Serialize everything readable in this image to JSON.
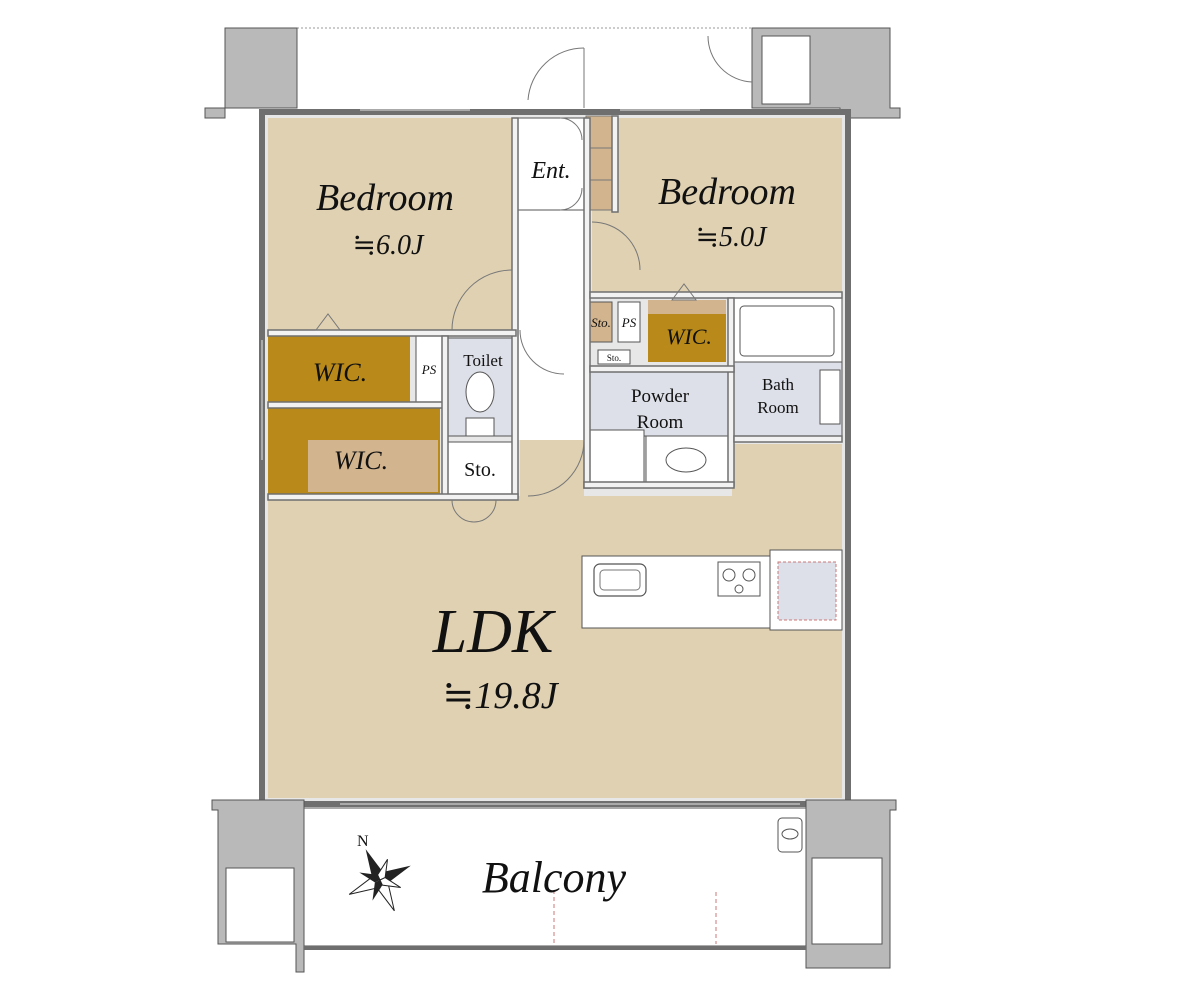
{
  "rooms": {
    "bedroom1": {
      "name": "Bedroom",
      "size": "≒6.0J"
    },
    "bedroom2": {
      "name": "Bedroom",
      "size": "≒5.0J"
    },
    "ldk": {
      "name": "LDK",
      "size": "≒19.8J"
    },
    "balcony": {
      "name": "Balcony"
    },
    "entrance": {
      "name": "Ent."
    },
    "toilet": {
      "name": "Toilet"
    },
    "powder_room": {
      "name_line1": "Powder",
      "name_line2": "Room"
    },
    "bath_room": {
      "name_line1": "Bath",
      "name_line2": "Room"
    },
    "wic_left_top": {
      "name": "WIC."
    },
    "wic_left_bottom": {
      "name": "WIC."
    },
    "wic_right": {
      "name": "WIC."
    },
    "storage_left": {
      "name": "Sto."
    },
    "storage_center_top": {
      "name": "Sto."
    },
    "storage_center_small": {
      "name": "Sto."
    },
    "ps_left": {
      "name": "PS"
    },
    "ps_center": {
      "name": "PS"
    }
  },
  "compass": {
    "north_label": "N"
  },
  "colors": {
    "room_fill": "#dfd1b2",
    "wic_fill": "#b98a1a",
    "wet_fill": "#dde0e8",
    "wall": "#6f6f6f"
  }
}
